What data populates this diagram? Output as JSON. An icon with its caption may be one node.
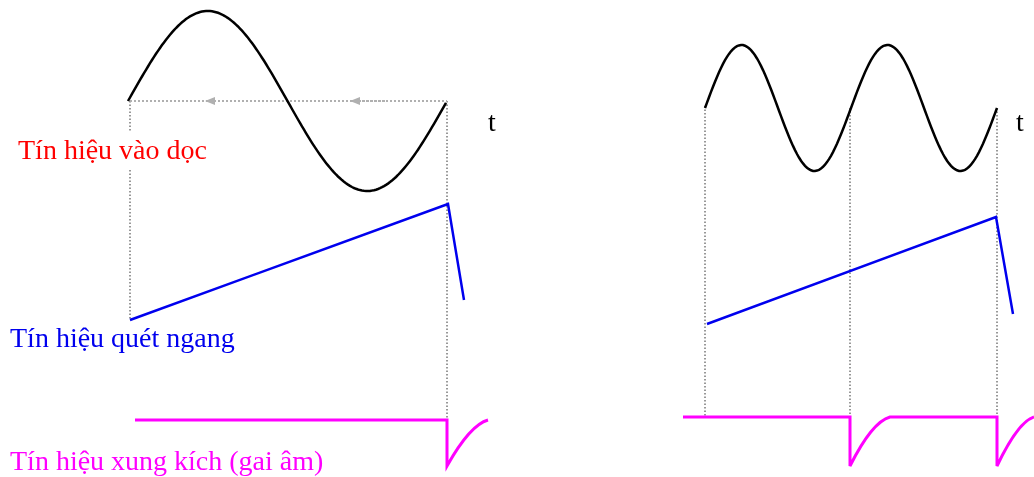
{
  "diagram": {
    "labels": [
      "t",
      "t",
      "Tín hiệu vào dọc",
      "Tín hiệu quét ngang",
      "Tín hiệu xung kích (gai âm)"
    ]
  }
}
